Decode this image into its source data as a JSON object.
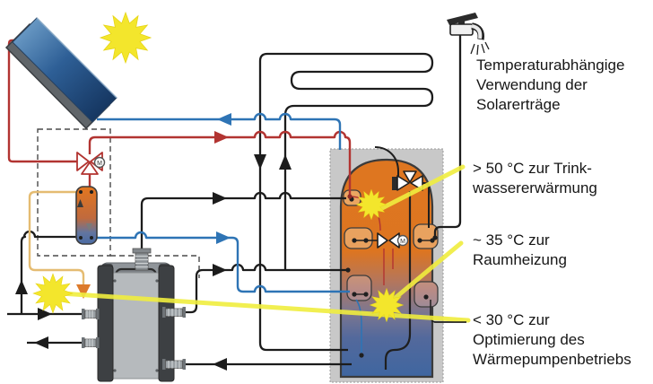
{
  "labels": {
    "heading": "Temperaturabhängige\nVerwendung der\nSolarerträge",
    "dhw": "> 50 °C zur Trink-\nwassererwärmung",
    "space_heating": "~ 35 °C zur\nRaumheizung",
    "heat_pump_opt": "< 30 °C zur\nOptimierung des\nWärmepumpenbetriebs",
    "valve_motor": "M"
  },
  "colors": {
    "pipe_hot_red": "#b23431",
    "pipe_cold_blue": "#2e74b5",
    "pipe_black": "#1c1c1c",
    "pipe_solar_lowtemp": "#e5bc72",
    "arrow_orange": "#dd7a2a",
    "sun_yellow": "#f3e62c",
    "pointer_yellow": "#f0ed3e",
    "tank_hot_orange": "#de7620",
    "tank_cold_blue": "#3f66a0",
    "insulation_gray": "#c8c8c8"
  },
  "components": {
    "solar_collector": "solar-collector-panel",
    "sun": "sun-symbol",
    "diverter_valve": "motorized-3-way-valve",
    "heat_exchanger": "solar-heat-exchanger",
    "storage_tank": "stratified-storage-tank",
    "heat_pump": "heat-pump-unit",
    "heating_circuit": "space-heating-coil",
    "tap": "hot-water-tap"
  }
}
